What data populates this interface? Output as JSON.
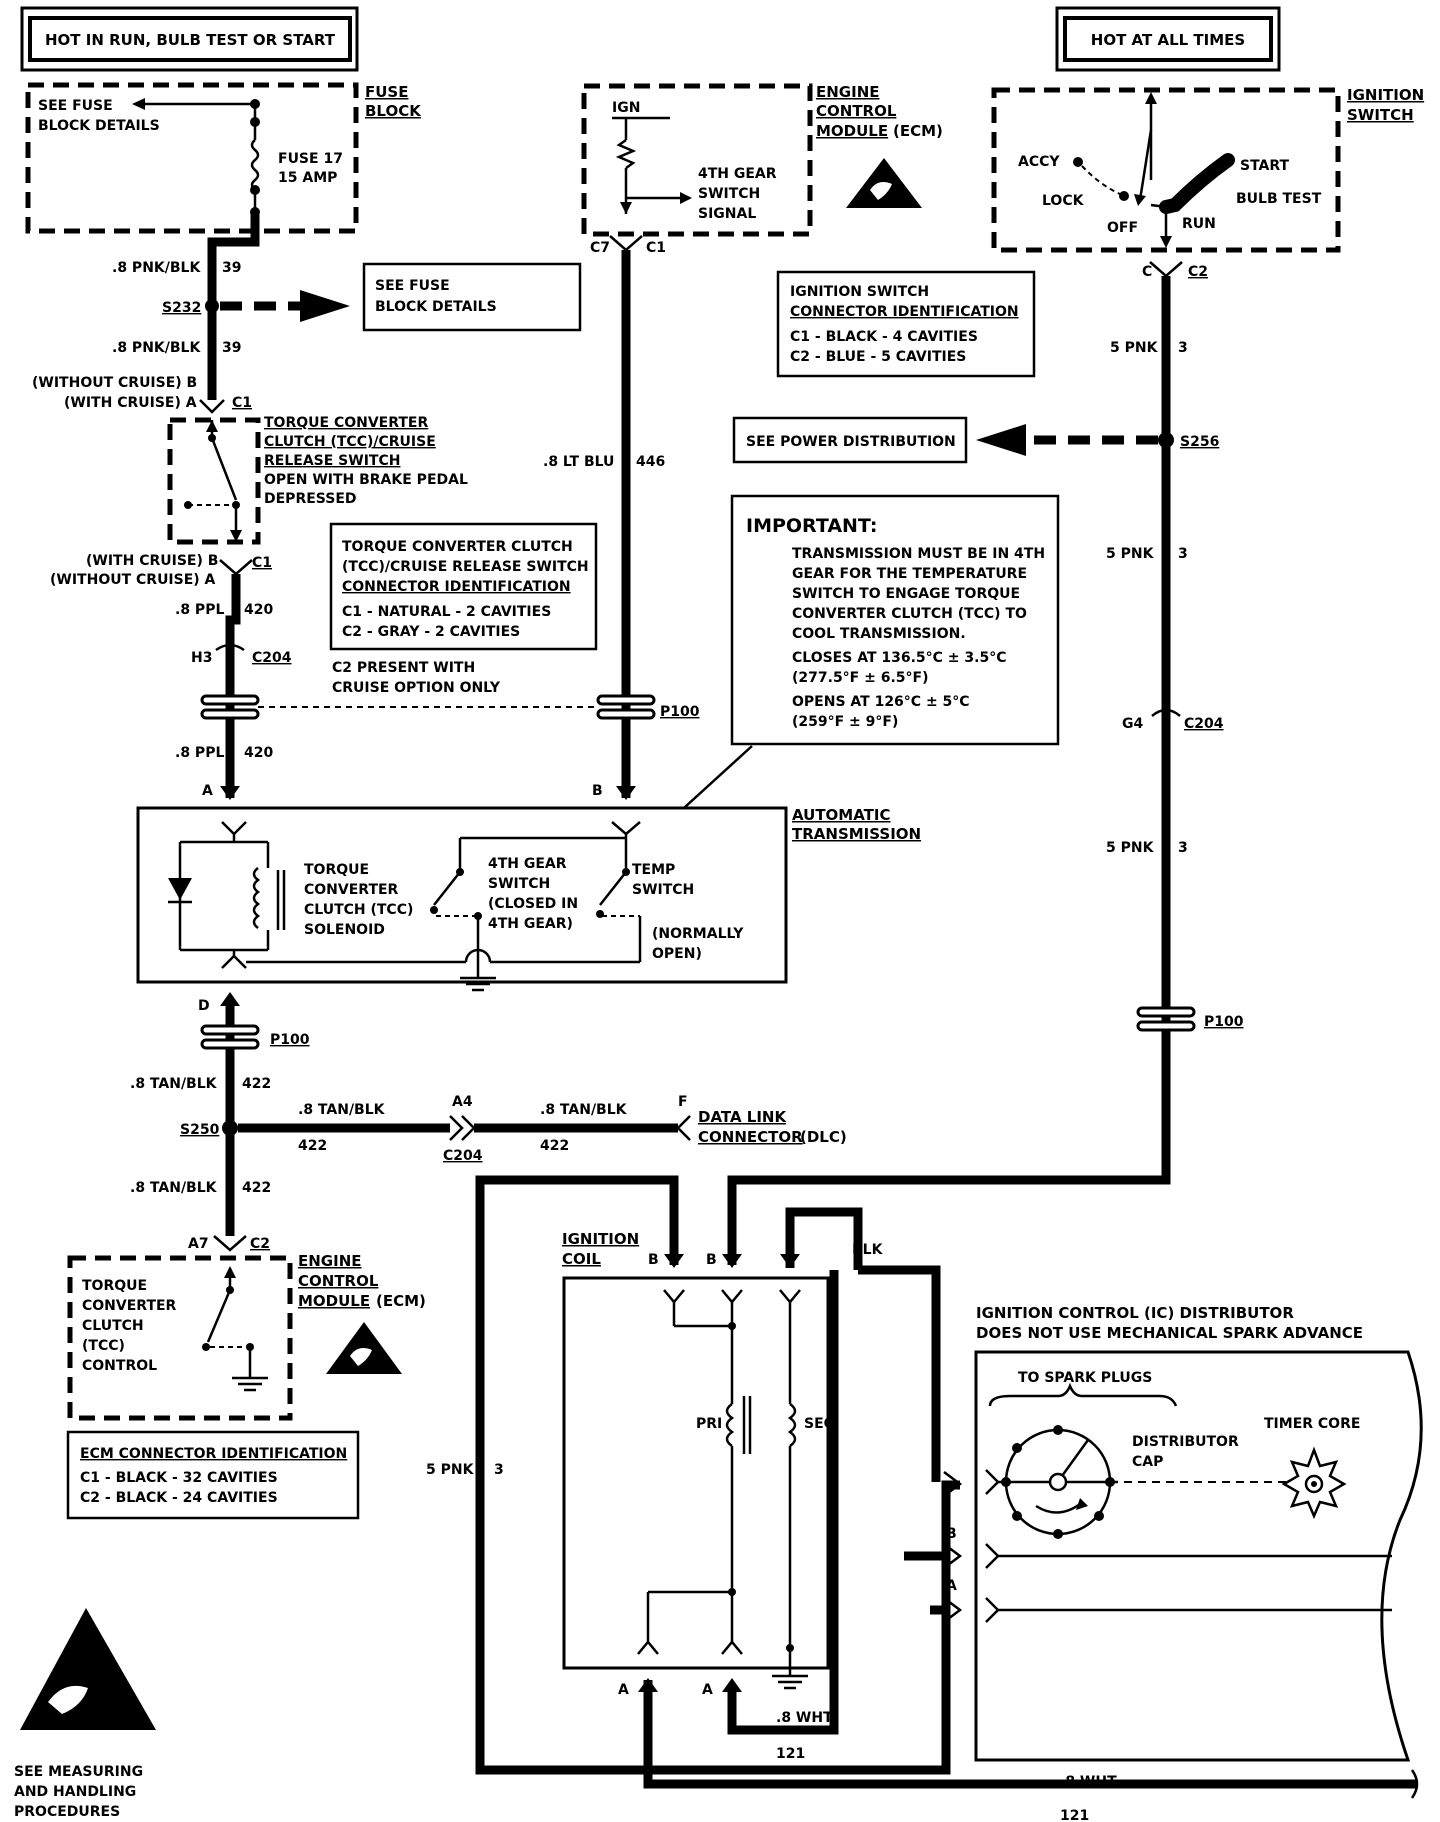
{
  "banners": {
    "hot_run": "HOT IN RUN, BULB TEST OR START",
    "hot_all": "HOT AT ALL TIMES"
  },
  "fuse_block": {
    "label1": "FUSE",
    "label2": "BLOCK",
    "see1": "SEE FUSE",
    "see2": "BLOCK DETAILS",
    "fuse1": "FUSE 17",
    "fuse2": "15 AMP"
  },
  "splices": {
    "s232": "S232",
    "s256": "S256",
    "s250": "S250"
  },
  "wires": {
    "w_8pnkblk": ".8 PNK/BLK",
    "c39": "39",
    "w_8ppl": ".8 PPL",
    "c420": "420",
    "w_8ltblu": ".8 LT BLU",
    "c446": "446",
    "w_5pnk": "5 PNK",
    "c3": "3",
    "w_8tanblk": ".8 TAN/BLK",
    "c422": "422",
    "w_8wht": ".8 WHT",
    "c121": "121",
    "blk": "BLK"
  },
  "boxes": {
    "see_fuse_block_1": "SEE FUSE",
    "see_fuse_block_2": "BLOCK DETAILS",
    "see_power": "SEE POWER DISTRIBUTION"
  },
  "ecm_top": {
    "name1": "ENGINE",
    "name2": "CONTROL",
    "name3": "MODULE",
    "name4": "(ECM)",
    "ign": "IGN",
    "sig1": "4TH GEAR",
    "sig2": "SWITCH",
    "sig3": "SIGNAL",
    "c7": "C7",
    "c1": "C1"
  },
  "ignition_switch": {
    "name1": "IGNITION",
    "name2": "SWITCH",
    "accy": "ACCY",
    "lock": "LOCK",
    "off": "OFF",
    "run": "RUN",
    "start": "START",
    "bulb": "BULB TEST",
    "c": "C",
    "c2": "C2"
  },
  "ign_conn_id": {
    "title1": "IGNITION SWITCH",
    "title2": "CONNECTOR IDENTIFICATION",
    "r1": "C1   -   BLACK      - 4 CAVITIES",
    "r2": "C2   -   BLUE        - 5 CAVITIES"
  },
  "tcc_switch": {
    "without_b": "(WITHOUT CRUISE) B",
    "with_a": "(WITH CRUISE) A",
    "c1": "C1",
    "l1": "TORQUE CONVERTER",
    "l2": "CLUTCH (TCC)/CRUISE",
    "l3": "RELEASE SWITCH",
    "l4": "OPEN WITH BRAKE PEDAL",
    "l5": "DEPRESSED",
    "with_b": "(WITH CRUISE) B",
    "without_a": "(WITHOUT CRUISE) A"
  },
  "tcc_conn_id": {
    "l1": "TORQUE CONVERTER CLUTCH",
    "l2": "(TCC)/CRUISE RELEASE SWITCH",
    "l3": "CONNECTOR IDENTIFICATION",
    "r1": "C1   -   NATURAL   - 2 CAVITIES",
    "r2": "C2   -   GRAY          - 2 CAVITIES",
    "note1": "C2 PRESENT WITH",
    "note2": "CRUISE OPTION ONLY"
  },
  "important": {
    "title": "IMPORTANT:",
    "l1": "TRANSMISSION MUST BE IN 4TH",
    "l2": "GEAR FOR THE TEMPERATURE",
    "l3": "SWITCH TO ENGAGE TORQUE",
    "l4": "CONVERTER CLUTCH (TCC) TO",
    "l5": "COOL TRANSMISSION.",
    "l6": "CLOSES AT 136.5°C ± 3.5°C",
    "l7": "(277.5°F ± 6.5°F)",
    "l8": "OPENS AT 126°C ± 5°C",
    "l9": "(259°F ± 9°F)"
  },
  "connectors": {
    "h3": "H3",
    "c204": "C204",
    "p100": "P100",
    "g4": "G4",
    "a4": "A4",
    "a7": "A7",
    "c2": "C2",
    "pin_a": "A",
    "pin_b": "B",
    "pin_d": "D",
    "pin_f": "F"
  },
  "transmission": {
    "name1": "AUTOMATIC",
    "name2": "TRANSMISSION",
    "sol1": "TORQUE",
    "sol2": "CONVERTER",
    "sol3": "CLUTCH (TCC)",
    "sol4": "SOLENOID",
    "g1": "4TH GEAR",
    "g2": "SWITCH",
    "g3": "(CLOSED IN",
    "g4": "4TH GEAR)",
    "t1": "TEMP",
    "t2": "SWITCH",
    "n1": "(NORMALLY",
    "n2": "OPEN)"
  },
  "dlc": {
    "l1": "DATA LINK",
    "l2": "CONNECTOR",
    "l3": "(DLC)"
  },
  "ecm_bottom": {
    "l1": "TORQUE",
    "l2": "CONVERTER",
    "l3": "CLUTCH",
    "l4": "(TCC)",
    "l5": "CONTROL",
    "n1": "ENGINE",
    "n2": "CONTROL",
    "n3": "MODULE",
    "n4": "(ECM)"
  },
  "ecm_conn_id": {
    "title": "ECM CONNECTOR IDENTIFICATION",
    "r1": "C1   -   BLACK     - 32 CAVITIES",
    "r2": "C2   -   BLACK     - 24 CAVITIES"
  },
  "coil": {
    "name1": "IGNITION",
    "name2": "COIL",
    "pri": "PRI",
    "sec": "SEC"
  },
  "distributor": {
    "title1": "IGNITION CONTROL (IC) DISTRIBUTOR",
    "title2": "DOES NOT USE MECHANICAL SPARK ADVANCE",
    "spark": "TO SPARK PLUGS",
    "cap1": "DISTRIBUTOR",
    "cap2": "CAP",
    "core": "TIMER CORE"
  },
  "esd_note": {
    "l1": "SEE MEASURING",
    "l2": "AND HANDLING",
    "l3": "PROCEDURES"
  }
}
